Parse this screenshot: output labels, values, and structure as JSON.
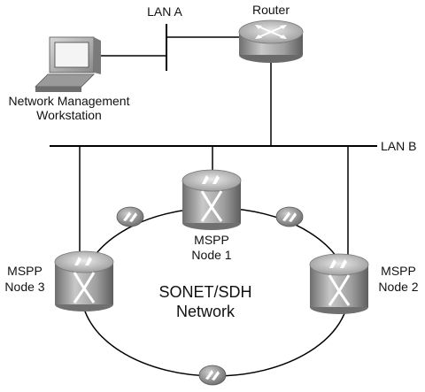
{
  "labels": {
    "lan_a": "LAN A",
    "router": "Router",
    "lan_b": "LAN B",
    "workstation_line1": "Network Management",
    "workstation_line2": "Workstation",
    "node1_line1": "MSPP",
    "node1_line2": "Node 1",
    "node2_line1": "MSPP",
    "node2_line2": "Node 2",
    "node3_line1": "MSPP",
    "node3_line2": "Node 3",
    "network_line1": "SONET/SDH",
    "network_line2": "Network"
  },
  "icons": {
    "router": "router-icon",
    "workstation": "computer-workstation-icon",
    "mspp": "mspp-node-icon",
    "ring_direction": "bidirectional-arrows-icon"
  },
  "colors": {
    "device_body": "#9a9a9a",
    "device_top": "#c8c8c8",
    "line": "#000000",
    "badge": "#8a8a8a"
  }
}
